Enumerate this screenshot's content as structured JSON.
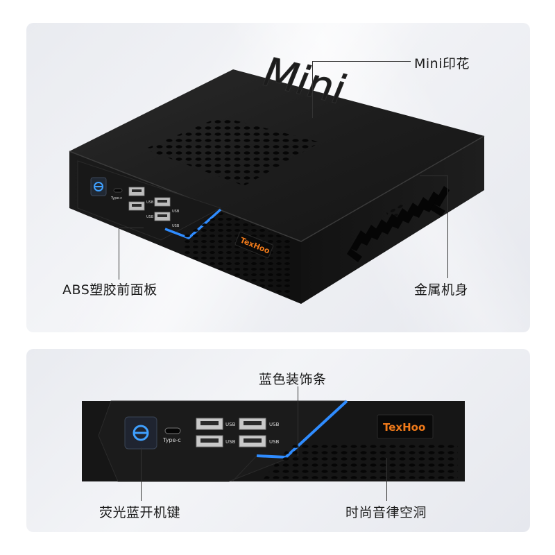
{
  "top_panel": {
    "brand": "TexHoo",
    "embossed_word": "Mini",
    "usb_label": "USB",
    "typec_label": "Type-c",
    "labels": {
      "mini_print": "Mini印花",
      "abs_panel": "ABS塑胶前面板",
      "metal_body": "金属机身"
    }
  },
  "bottom_panel": {
    "brand": "TexHoo",
    "usb_label": "USB",
    "typec_label": "Type-c",
    "labels": {
      "blue_strip": "蓝色装饰条",
      "power_button": "荧光蓝开机键",
      "vent_holes": "时尚音律空洞"
    }
  },
  "colors": {
    "accent_blue": "#2f8cff",
    "brand_orange": "#f07a1a",
    "device_body": "#151515"
  },
  "icons": [
    "power-button-icon"
  ]
}
